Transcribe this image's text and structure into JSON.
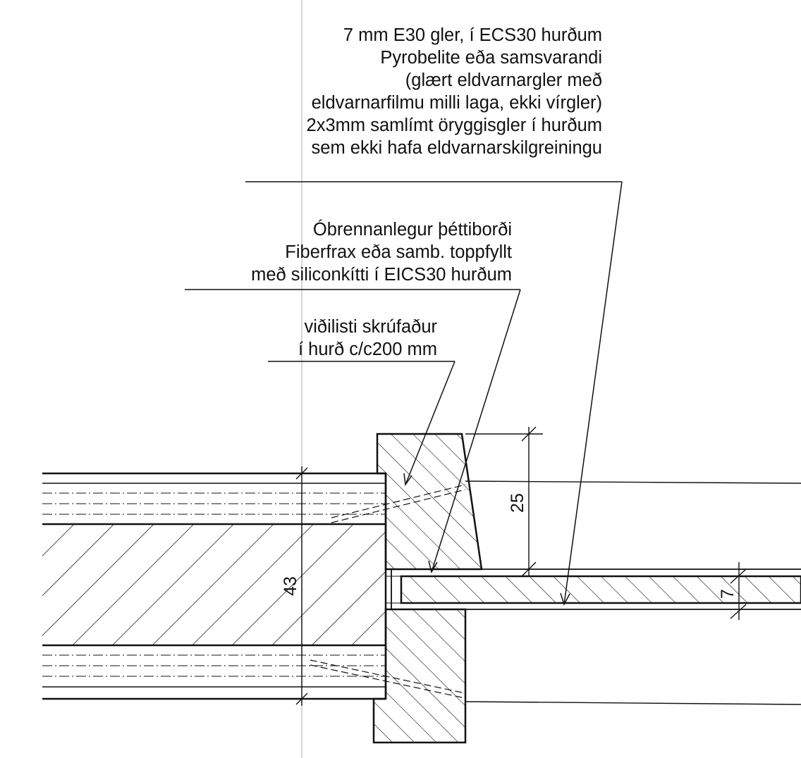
{
  "notes": {
    "glass": {
      "lines": [
        "7 mm E30 gler, í ECS30 hurðum",
        "Pyrobelite  eða samsvarandi",
        "(glært eldvarnargler með",
        "eldvarnarfilmu milli laga, ekki vírgler)",
        "2x3mm samlímt öryggisgler í hurðum",
        "sem ekki hafa eldvarnarskilgreiningu"
      ]
    },
    "seal": {
      "lines": [
        "Óbrennanlegur þéttiborði",
        "Fiberfrax eða samb. toppfyllt",
        "með siliconkítti í EICS30 hurðum"
      ]
    },
    "bead": {
      "lines": [
        "viðilisti skrúfaður",
        "í hurð c/c200 mm"
      ]
    }
  },
  "dimensions": {
    "door_thickness": "43",
    "bead_overhang": "25",
    "glass_thickness": "7"
  },
  "colors": {
    "ink": "#111111",
    "hatch": "#222222",
    "background": "#ffffff",
    "guide": "#c8c8c8"
  }
}
